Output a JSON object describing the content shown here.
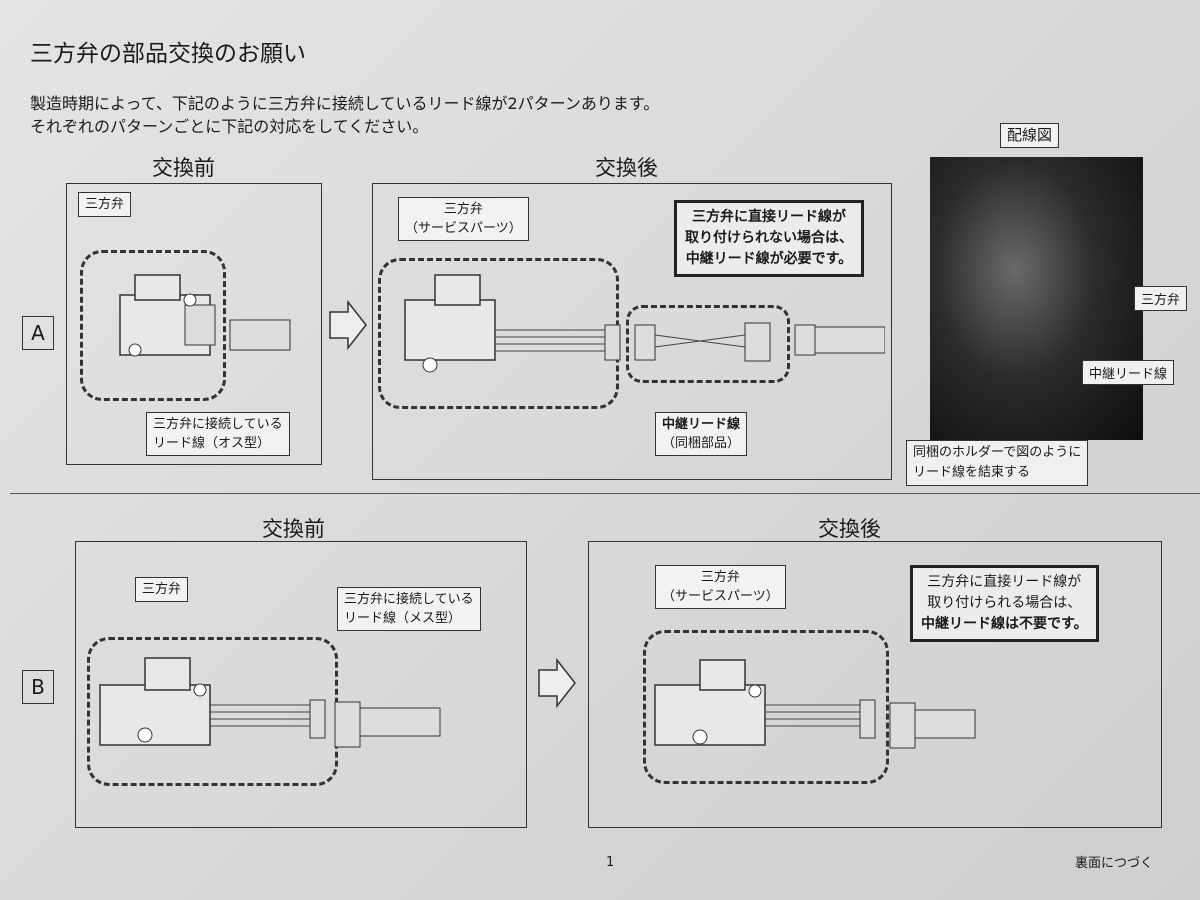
{
  "title": "三方弁の部品交換のお願い",
  "intro": [
    "製造時期によって、下記のように三方弁に接続しているリード線が2パターンあります。",
    "それぞれのパターンごとに下記の対応をしてください。"
  ],
  "section_a": {
    "letter": "A",
    "before_header": "交換前",
    "after_header": "交換後",
    "wiring_header": "配線図",
    "before_valve_label": "三方弁",
    "before_lead_label": [
      "三方弁に接続している",
      "リード線（オス型）"
    ],
    "after_valve_label": [
      "三方弁",
      "（サービスパーツ）"
    ],
    "notice": [
      "三方弁に直接リード線が",
      "取り付けられない場合は、",
      "中継リード線が必要です。"
    ],
    "relay_label": [
      "中継リード線",
      "（同梱部品）"
    ],
    "photo_valve_label": "三方弁",
    "photo_relay_label": "中継リード線",
    "photo_caption": [
      "同梱のホルダーで図のように",
      "リード線を結束する"
    ]
  },
  "section_b": {
    "letter": "B",
    "before_header": "交換前",
    "after_header": "交換後",
    "before_valve_label": "三方弁",
    "before_lead_label": [
      "三方弁に接続している",
      "リード線（メス型）"
    ],
    "after_valve_label": [
      "三方弁",
      "（サービスパーツ）"
    ],
    "notice": [
      "三方弁に直接リード線が",
      "取り付けられる場合は、",
      "中継リード線は不要です。"
    ]
  },
  "footer": {
    "page_number": "1",
    "continue": "裏面につづく"
  }
}
